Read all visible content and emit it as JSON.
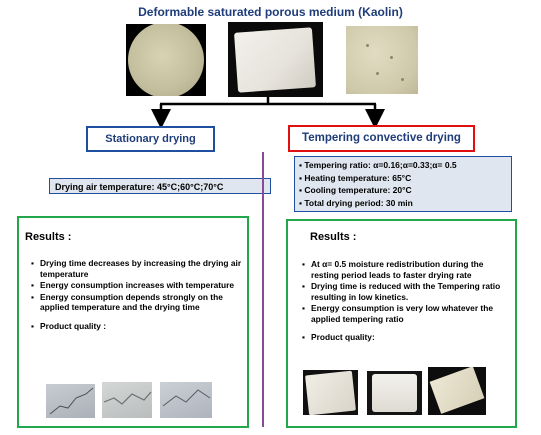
{
  "title": "Deformable saturated porous medium (Kaolin)",
  "stationary": {
    "title": "Stationary drying",
    "condition": "Drying air temperature: 45°C;60°C;70°C",
    "results_heading": "Results :",
    "results": [
      "Drying time decreases by increasing the drying air temperature",
      "Energy consumption increases with temperature",
      "Energy consumption depends strongly on the applied temperature and the drying time",
      "Product quality :"
    ]
  },
  "tempering": {
    "title": "Tempering convective drying",
    "conditions": [
      "Tempering ratio: α=0.16;α=0.33;α= 0.5",
      "Heating temperature: 65°C",
      "Cooling temperature: 20°C",
      "Total drying period: 30 min"
    ],
    "results_heading": "Results :",
    "results": [
      "At α= 0.5 moisture redistribution during the resting period leads to faster drying rate",
      "Drying time is reduced with the Tempering ratio resulting in low kinetics.",
      "Energy consumption is very low whatever the applied tempering ratio",
      "Product quality:"
    ]
  }
}
